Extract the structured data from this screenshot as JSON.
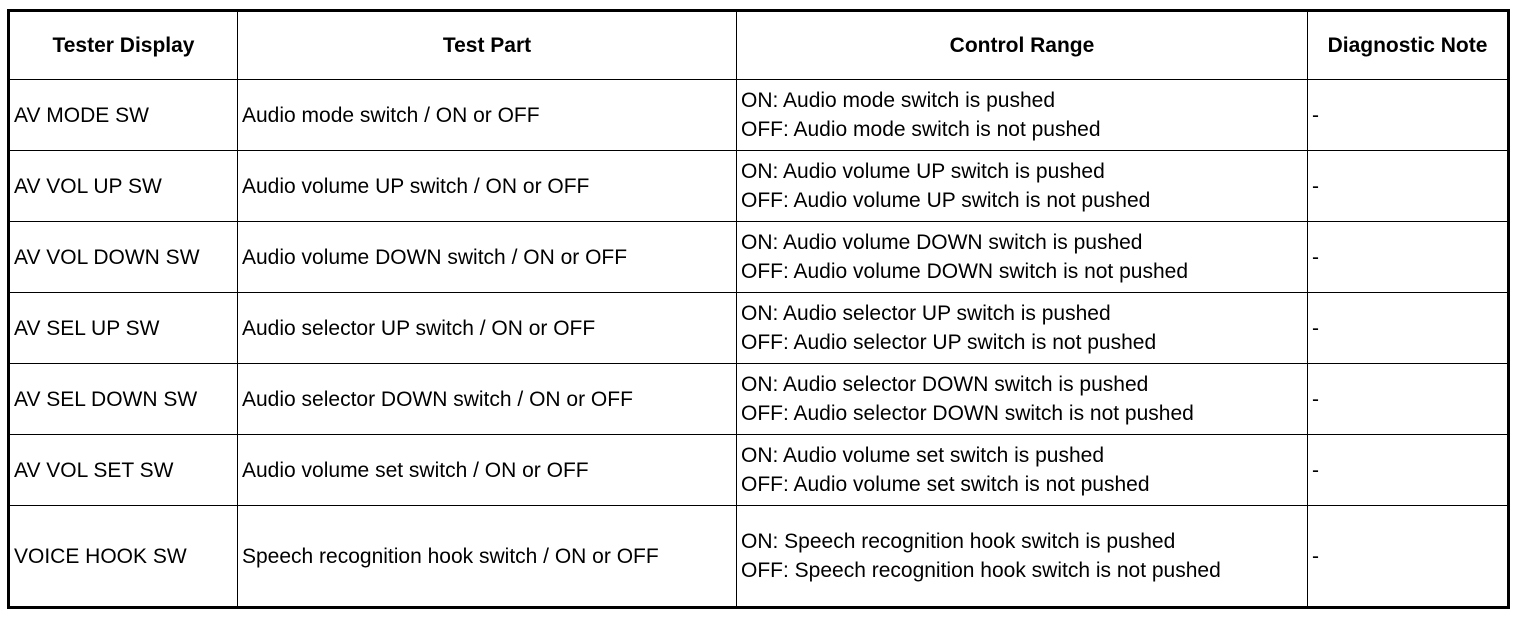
{
  "table": {
    "headers": {
      "tester_display": "Tester Display",
      "test_part": "Test Part",
      "control_range": "Control Range",
      "diagnostic_note": "Diagnostic Note"
    },
    "rows": [
      {
        "tester_display": "AV MODE SW",
        "test_part": "Audio mode switch / ON or OFF",
        "control_on": "ON: Audio mode switch is pushed",
        "control_off": "OFF: Audio mode switch is not pushed",
        "note": "-"
      },
      {
        "tester_display": "AV VOL UP SW",
        "test_part": "Audio volume UP switch / ON or OFF",
        "control_on": "ON: Audio volume UP switch is pushed",
        "control_off": "OFF: Audio volume UP switch is not pushed",
        "note": "-"
      },
      {
        "tester_display": "AV VOL DOWN SW",
        "test_part": "Audio volume DOWN switch / ON or OFF",
        "control_on": "ON: Audio volume DOWN switch is pushed",
        "control_off": "OFF: Audio volume DOWN switch is not pushed",
        "note": "-"
      },
      {
        "tester_display": "AV SEL UP SW",
        "test_part": "Audio selector UP switch / ON or OFF",
        "control_on": "ON: Audio selector UP switch is pushed",
        "control_off": "OFF: Audio selector UP switch is not pushed",
        "note": "-"
      },
      {
        "tester_display": "AV SEL DOWN SW",
        "test_part": "Audio selector DOWN switch / ON or OFF",
        "control_on": "ON: Audio selector DOWN switch is pushed",
        "control_off": "OFF: Audio selector DOWN switch is not pushed",
        "note": "-"
      },
      {
        "tester_display": "AV VOL SET SW",
        "test_part": "Audio volume set switch / ON or OFF",
        "control_on": "ON: Audio volume set switch is pushed",
        "control_off": "OFF: Audio volume set switch is not pushed",
        "note": "-"
      },
      {
        "tester_display": "VOICE HOOK SW",
        "test_part": "Speech recognition hook switch / ON or OFF",
        "control_on": "ON: Speech recognition hook switch is pushed",
        "control_off": "OFF: Speech recognition hook switch is not pushed",
        "note": "-"
      }
    ]
  }
}
